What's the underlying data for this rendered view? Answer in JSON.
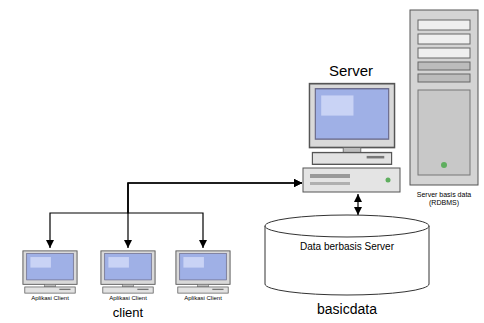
{
  "diagram": {
    "nodes": [
      {
        "text": [
          "Server"
        ]
      },
      {
        "text": [
          "Server basis data (RDBMS)"
        ]
      },
      {
        "text": [
          "Aplikasi Client"
        ]
      },
      {
        "text": [
          "Aplikasi Client"
        ]
      },
      {
        "text": [
          "Aplikasi Client"
        ]
      },
      {
        "text": [
          "Data berbasis Server",
          "basicdata"
        ]
      }
    ],
    "edges": [
      {
        "from": 0,
        "to": 2,
        "arrow": "both"
      },
      {
        "from": 0,
        "to": 3,
        "arrow": "both"
      },
      {
        "from": 0,
        "to": 4,
        "arrow": "both"
      },
      {
        "from": 0,
        "to": 5,
        "arrow": "both"
      }
    ],
    "labels": [
      "client"
    ]
  }
}
